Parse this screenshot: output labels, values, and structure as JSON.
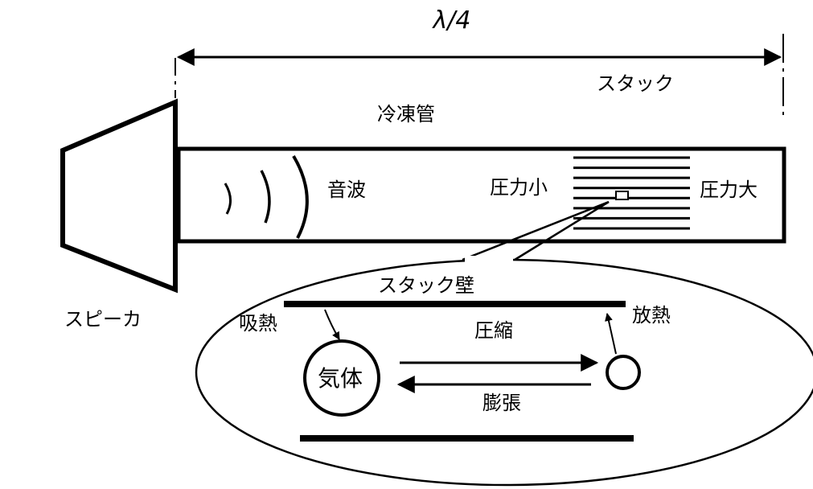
{
  "labels": {
    "wavelength": "λ/4",
    "stack_top": "スタック",
    "tube": "冷凍管",
    "sound_wave": "音波",
    "pressure_low": "圧力小",
    "pressure_high": "圧力大",
    "speaker": "スピーカ",
    "stack_wall": "スタック壁",
    "heat_absorb": "吸熱",
    "heat_release": "放熱",
    "compression": "圧縮",
    "gas": "気体",
    "expansion": "膨張"
  },
  "stack_plate_count": 8,
  "colors": {
    "stroke": "#000000",
    "background": "#ffffff"
  }
}
